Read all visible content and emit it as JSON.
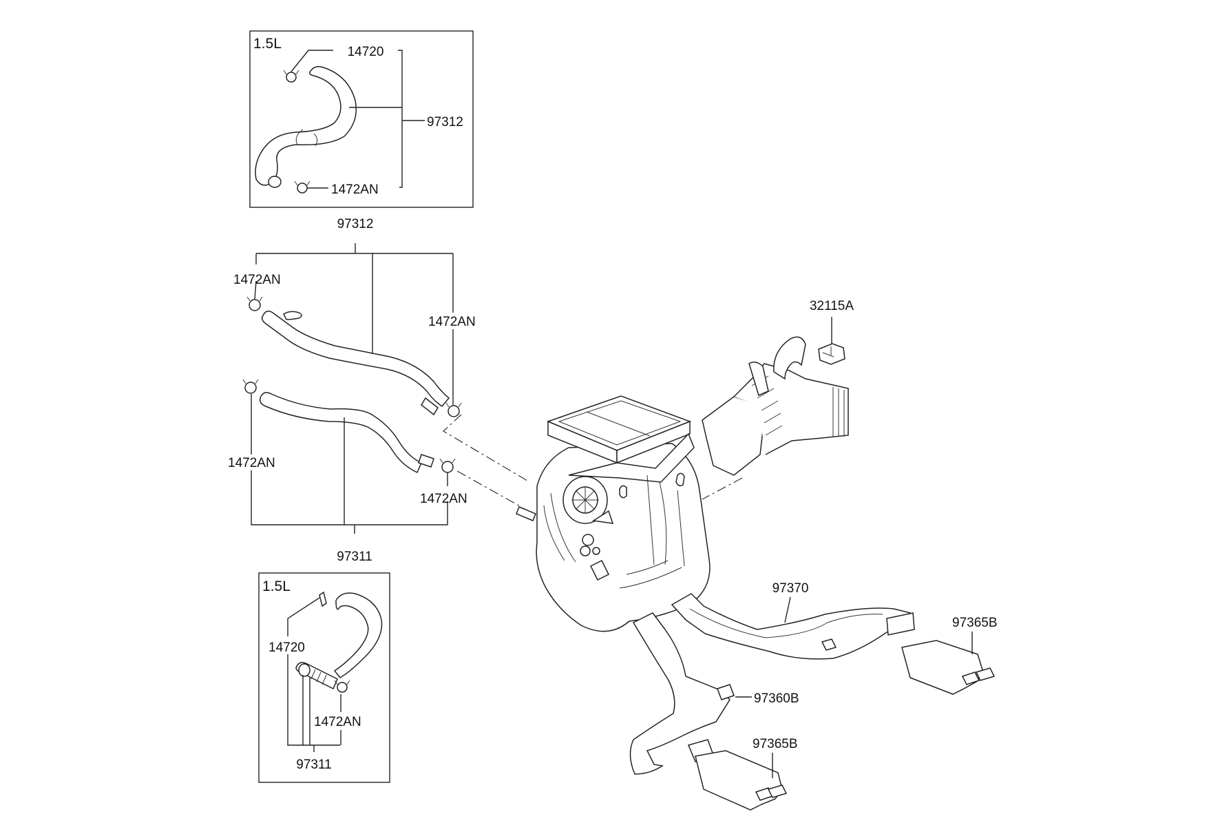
{
  "inset_top": {
    "engine_label": "1.5L",
    "callouts": [
      "14720",
      "97312",
      "1472AN"
    ]
  },
  "inset_bottom": {
    "engine_label": "1.5L",
    "callouts": [
      "14720",
      "1472AN",
      "97311"
    ]
  },
  "main_callouts": {
    "hose_upper_group": "97312",
    "clamp_upper_left": "1472AN",
    "clamp_upper_right": "1472AN",
    "clamp_lower_left": "1472AN",
    "clamp_lower_right": "1472AN",
    "hose_lower_group": "97311",
    "bracket": "32115A",
    "duct_right": "97370",
    "duct_left": "97360B",
    "vent_right": "97365B",
    "vent_left": "97365B"
  }
}
